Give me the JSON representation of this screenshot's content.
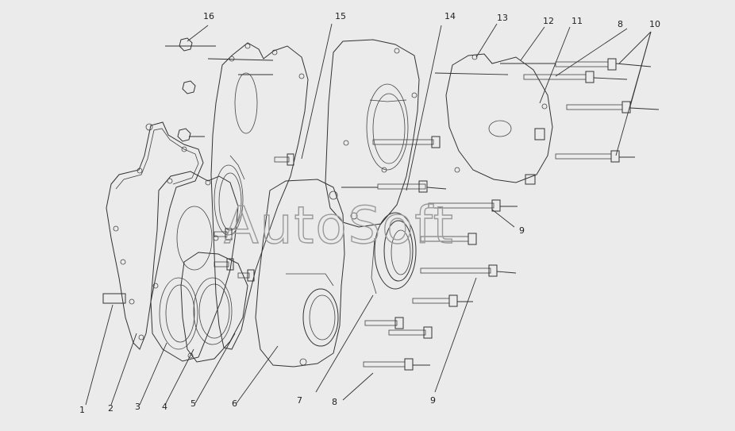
{
  "watermark": "AutoSoft",
  "callouts": [
    {
      "id": "c1",
      "label": "1"
    },
    {
      "id": "c2",
      "label": "2"
    },
    {
      "id": "c3",
      "label": "3"
    },
    {
      "id": "c4",
      "label": "4"
    },
    {
      "id": "c5",
      "label": "5"
    },
    {
      "id": "c6",
      "label": "6"
    },
    {
      "id": "c7",
      "label": "7"
    },
    {
      "id": "c8b",
      "label": "8"
    },
    {
      "id": "c9b",
      "label": "9"
    },
    {
      "id": "c9m",
      "label": "9"
    },
    {
      "id": "c16",
      "label": "16"
    },
    {
      "id": "c15",
      "label": "15"
    },
    {
      "id": "c14",
      "label": "14"
    },
    {
      "id": "c13",
      "label": "13"
    },
    {
      "id": "c12",
      "label": "12"
    },
    {
      "id": "c11",
      "label": "11"
    },
    {
      "id": "c8t",
      "label": "8"
    },
    {
      "id": "c10",
      "label": "10"
    }
  ],
  "colors": {
    "background": "#ebebeb",
    "line": "#333333",
    "watermark": "#9a9a9a"
  }
}
